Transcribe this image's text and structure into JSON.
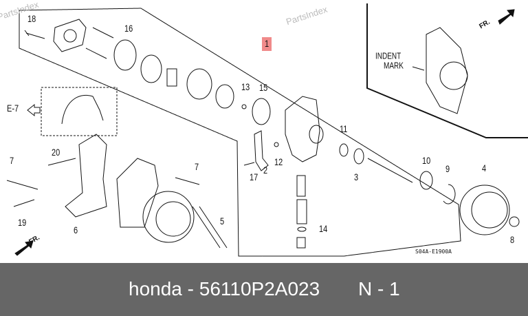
{
  "watermark": "PartsIndex",
  "diagram": {
    "callouts": {
      "c1": "1",
      "c2": "2",
      "c3": "3",
      "c4": "4",
      "c5": "5",
      "c6": "6",
      "c7a": "7",
      "c7b": "7",
      "c8": "8",
      "c9": "9",
      "c10": "10",
      "c11": "11",
      "c12": "12",
      "c13": "13",
      "c14": "14",
      "c15": "15",
      "c16": "16",
      "c17": "17",
      "c18": "18",
      "c19": "19",
      "c20": "20"
    },
    "ref_e7": "E-7",
    "indent_mark_line1": "INDENT",
    "indent_mark_line2": "MARK",
    "fr_label": "FR.",
    "drawing_code": "S04A-E1900A",
    "highlight_color": "#f08a8a"
  },
  "footer": {
    "part_text": "honda - 56110P2A023",
    "qty_text": "N - 1"
  }
}
